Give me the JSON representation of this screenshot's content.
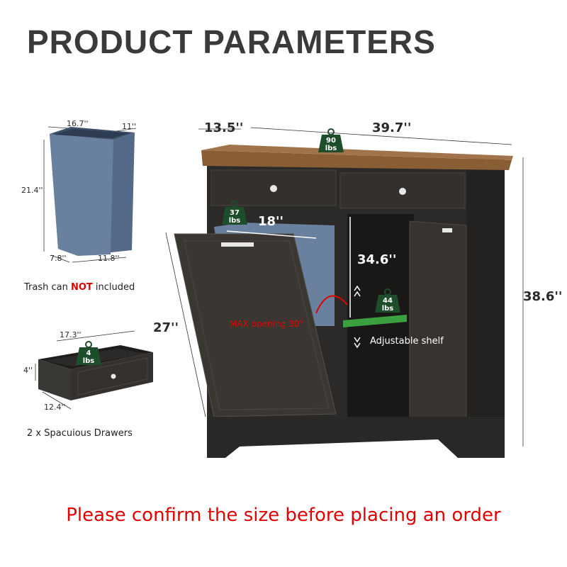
{
  "title": "PRODUCT PARAMETERS",
  "trash_can": {
    "top_width": "16.7''",
    "top_depth": "11''",
    "height": "21.4''",
    "bottom_depth": "7.8''",
    "bottom_width": "11.8''",
    "caption_before": "Trash can ",
    "caption_not": "NOT",
    "caption_after": " included",
    "color": "#5f7391"
  },
  "drawer": {
    "width": "17.3''",
    "height": "4''",
    "depth": "12.4''",
    "weight": "4",
    "weight_unit": "lbs",
    "caption": "2 x Spacuious Drawers"
  },
  "cabinet": {
    "depth": "13.5''",
    "width": "39.7''",
    "height": "38.6''",
    "inner_height": "34.6''",
    "tilt_door_height": "27''",
    "tilt_door_width": "18''",
    "top_weight": "90",
    "tilt_weight": "37",
    "shelf_weight": "44",
    "weight_unit": "lbs",
    "max_opening": "MAX opening 30°",
    "shelf_label": "Adjustable shelf",
    "body_color": "#2a2826",
    "top_color": "#8a5e35",
    "badge_color": "#1e4d2b",
    "shelf_color": "#3aa040"
  },
  "footer": "Please confirm the size before placing an order"
}
